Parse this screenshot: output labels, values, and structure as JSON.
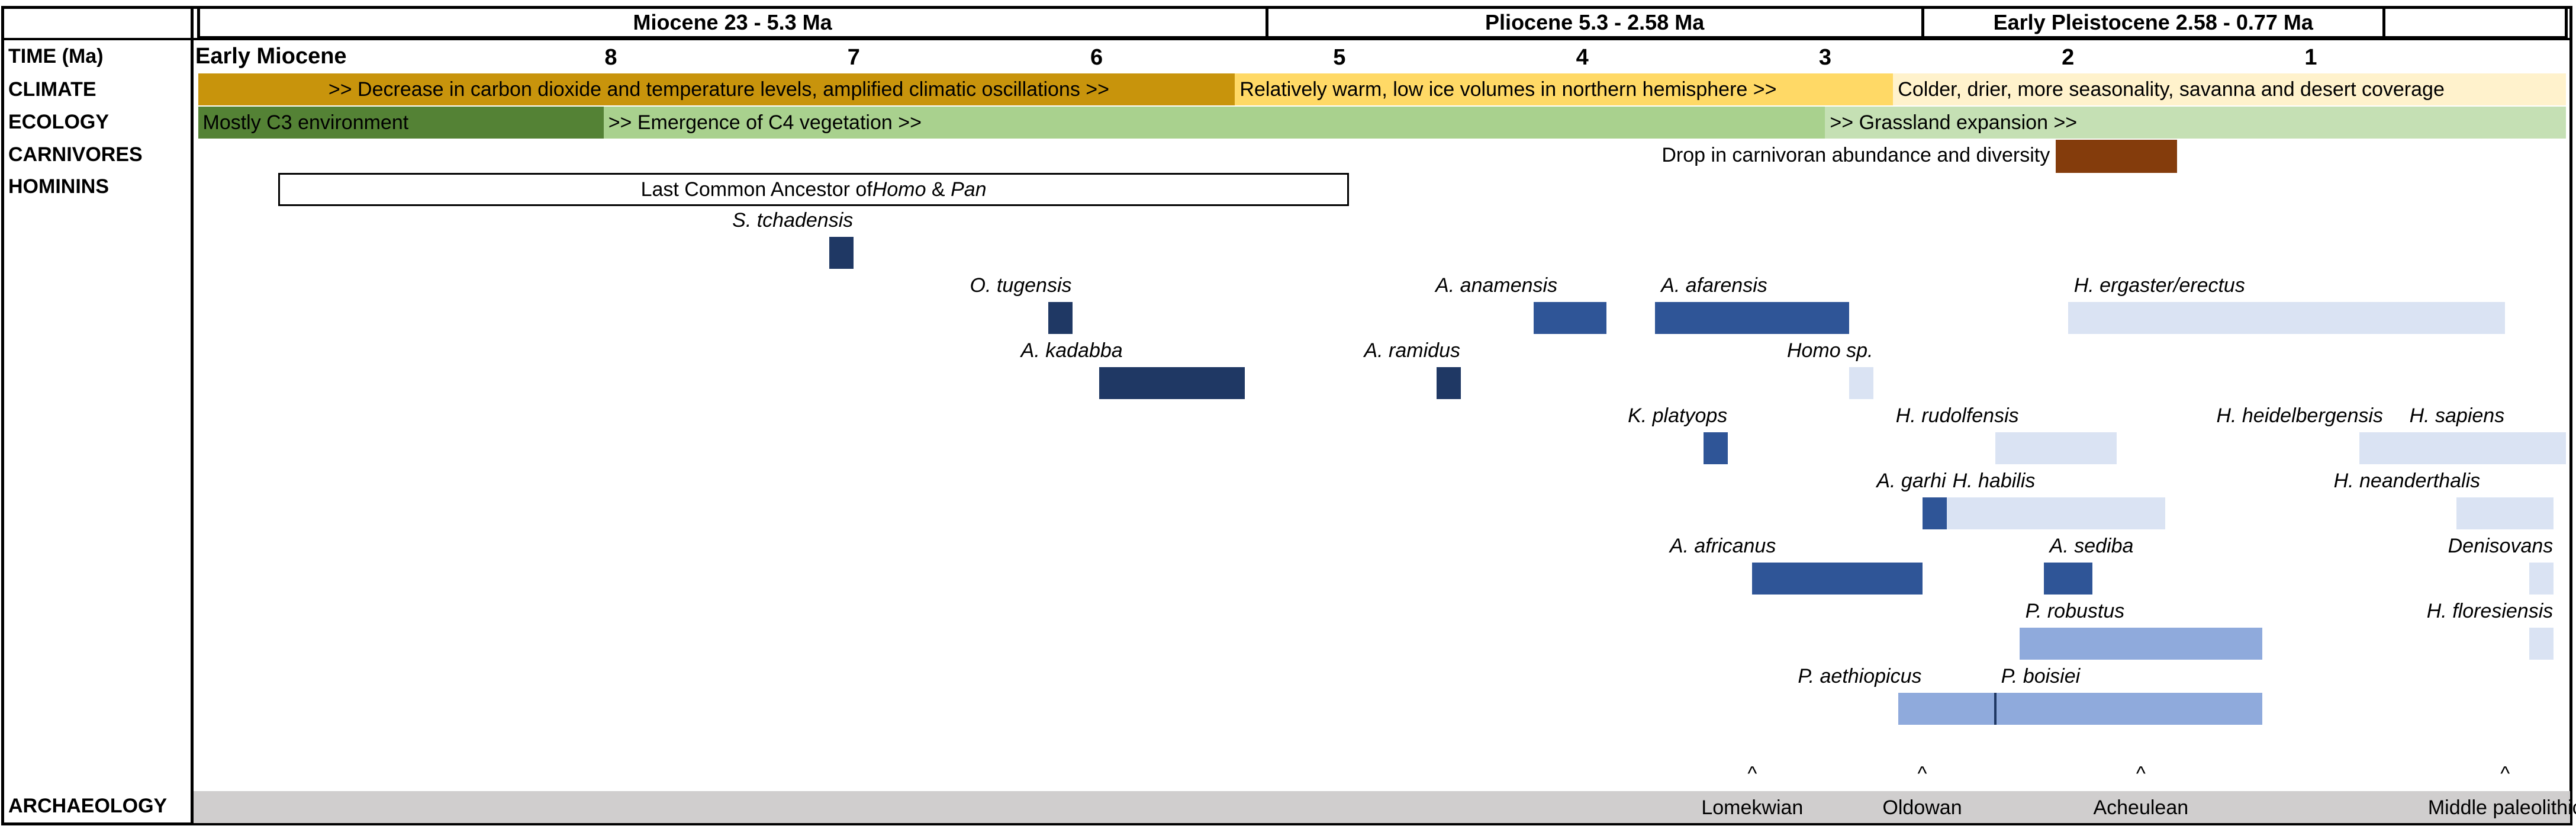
{
  "chart_data": {
    "type": "timeline",
    "time_label": "TIME (Ma)",
    "epoch_headers": [
      {
        "label": "Miocene 23 - 5.3 Ma",
        "start": 9.7,
        "end": 5.3
      },
      {
        "label": "Pliocene 5.3 - 2.58 Ma",
        "start": 5.3,
        "end": 2.6
      },
      {
        "label": "Early Pleistocene 2.58 - 0.77 Ma",
        "start": 2.6,
        "end": 0.7
      },
      {
        "label": "",
        "start": 0.7,
        "end": -0.05
      }
    ],
    "first_tick_label": "Early Miocene",
    "ticks": [
      "8",
      "7",
      "6",
      "5",
      "4",
      "3",
      "2",
      "1"
    ],
    "tick_values": [
      8,
      7,
      6,
      5,
      4,
      3,
      2,
      1
    ],
    "x_range": [
      9.7,
      -0.05
    ],
    "row_labels": {
      "climate": "CLIMATE",
      "ecology": "ECOLOGY",
      "carnivores": "CARNIVORES",
      "hominins": "HOMININS",
      "archaeology": "ARCHAEOLOGY"
    },
    "climate": [
      {
        "text": ">> Decrease in carbon dioxide and temperature levels, amplified climatic oscillations >>",
        "start": 9.7,
        "end": 5.43,
        "color": "#c8940c",
        "align": "center"
      },
      {
        "text": "Relatively warm, low ice volumes in northern hemisphere >>",
        "start": 5.43,
        "end": 2.72,
        "color": "#ffd966",
        "align": "left"
      },
      {
        "text": "Colder, drier, more seasonality, savanna and desert coverage",
        "start": 2.72,
        "end": -0.05,
        "color": "#fff2cc",
        "align": "left"
      }
    ],
    "ecology": [
      {
        "text": "Mostly C3 environment",
        "start": 9.7,
        "end": 8.03,
        "color": "#548235"
      },
      {
        "text": ">> Emergence of C4 vegetation >>",
        "start": 8.03,
        "end": 3.0,
        "color": "#a9d18e"
      },
      {
        "text": ">> Grassland expansion >>",
        "start": 3.0,
        "end": -0.05,
        "color": "#c5e0b4"
      }
    ],
    "carnivores": {
      "text": "Drop in carnivoran abundance and diversity",
      "bar_start": 2.05,
      "bar_end": 1.55,
      "color": "#843c0c"
    },
    "lca": {
      "text_before": "Last Common Ancestor of ",
      "homo": "Homo",
      "amp": " & ",
      "pan": "Pan",
      "start": 9.37,
      "end": 4.96
    },
    "hominins": [
      {
        "name": "S. tchadensis",
        "start": 7.1,
        "end": 7.0,
        "row": 1,
        "color": "#1f3864"
      },
      {
        "name": "O. tugensis",
        "start": 6.2,
        "end": 6.1,
        "row": 2,
        "color": "#1f3864"
      },
      {
        "name": "A. kadabba",
        "start": 5.99,
        "end": 5.39,
        "row": 3,
        "color": "#1f3864"
      },
      {
        "name": "A. ramidus",
        "start": 4.6,
        "end": 4.5,
        "row": 3,
        "color": "#1f3864"
      },
      {
        "name": "A. anamensis",
        "start": 4.2,
        "end": 3.9,
        "row": 2,
        "color": "#2f5597"
      },
      {
        "name": "A. afarensis",
        "start": 3.7,
        "end": 2.9,
        "row": 2,
        "color": "#2f5597"
      },
      {
        "name": "Homo sp.",
        "start": 2.9,
        "end": 2.8,
        "row": 3,
        "color": "#dae3f3"
      },
      {
        "name": "K. platyops",
        "start": 3.5,
        "end": 3.4,
        "row": 4,
        "color": "#2f5597"
      },
      {
        "name": "A. garhi",
        "start": 2.6,
        "end": 2.5,
        "row": 5,
        "color": "#2f5597"
      },
      {
        "name": "A. africanus",
        "start": 3.3,
        "end": 2.6,
        "row": 6,
        "color": "#2f5597"
      },
      {
        "name": "A. sediba",
        "start": 2.1,
        "end": 1.9,
        "row": 6,
        "color": "#2f5597"
      },
      {
        "name": "H. ergaster/erectus",
        "start": 2.0,
        "end": 0.2,
        "row": 2,
        "color": "#dae3f3"
      },
      {
        "name": "H. rudolfensis",
        "start": 2.3,
        "end": 1.8,
        "row": 4,
        "color": "#dae3f3"
      },
      {
        "name": "H. habilis",
        "start": 2.5,
        "end": 1.6,
        "row": 5,
        "color": "#dae3f3"
      },
      {
        "name": "P. robustus",
        "start": 2.2,
        "end": 1.2,
        "row": 7,
        "color": "#8faadc"
      },
      {
        "name": "P. aethiopicus",
        "start": 2.7,
        "end": 2.3,
        "row": 8,
        "color": "#8faadc"
      },
      {
        "name": "P. boisiei",
        "start": 2.3,
        "end": 1.2,
        "row": 8,
        "color": "#8faadc"
      },
      {
        "name": "H. heidelbergensis",
        "start": 0.8,
        "end": 0.3,
        "row": 4,
        "color": "#dae3f3"
      },
      {
        "name": "H. sapiens",
        "start": 0.3,
        "end": -0.05,
        "row": 4,
        "color": "#dae3f3"
      },
      {
        "name": "H. neanderthalis",
        "start": 0.4,
        "end": 0.0,
        "row": 5,
        "color": "#dae3f3"
      },
      {
        "name": "Denisovans",
        "start": 0.1,
        "end": 0.0,
        "row": 6,
        "color": "#dae3f3"
      },
      {
        "name": "H. floresiensis",
        "start": 0.1,
        "end": 0.0,
        "row": 7,
        "color": "#dae3f3"
      }
    ],
    "archaeology": [
      {
        "name": "Lomekwian",
        "value": 3.3
      },
      {
        "name": "Oldowan",
        "value": 2.6
      },
      {
        "name": "Acheulean",
        "value": 1.7
      },
      {
        "name": "Middle paleolithic",
        "value": 0.2
      }
    ],
    "archaeology_color": "#d0cece",
    "caret_symbol": "^"
  }
}
